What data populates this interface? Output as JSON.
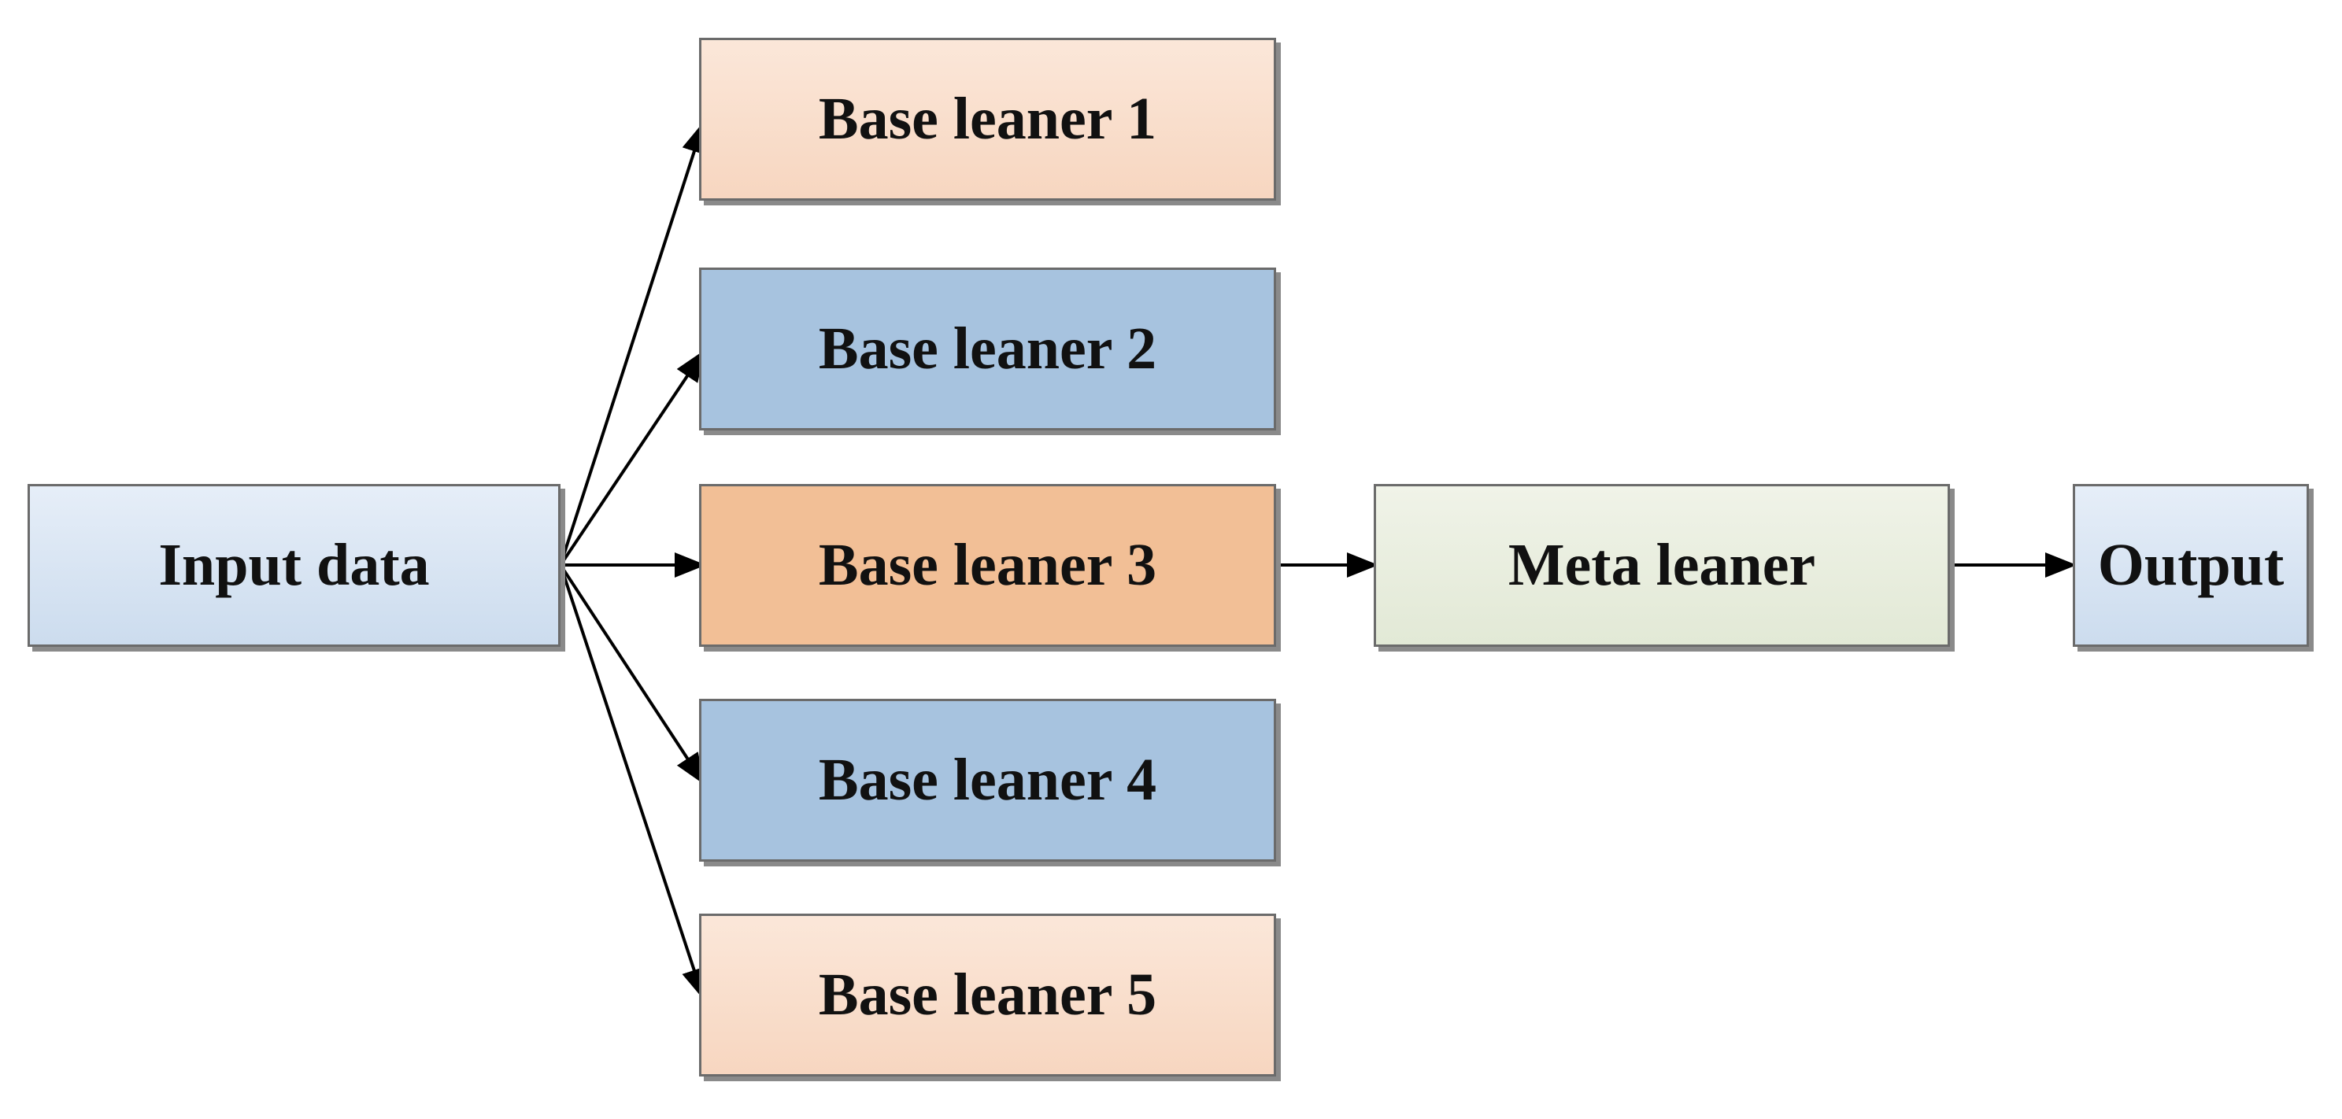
{
  "nodes": {
    "input": {
      "label": "Input data",
      "color_top": "#e6eef8",
      "color_bottom": "#ccdcee"
    },
    "base1": {
      "label": "Base leaner 1",
      "color_top": "#fbe7d9",
      "color_bottom": "#f7d6c0"
    },
    "base2": {
      "label": "Base leaner 2",
      "color_top": "#a7c3df",
      "color_bottom": "#a7c3df"
    },
    "base3": {
      "label": "Base leaner 3",
      "color_top": "#f2bf96",
      "color_bottom": "#f2bf96"
    },
    "base4": {
      "label": "Base leaner 4",
      "color_top": "#a7c3df",
      "color_bottom": "#a7c3df"
    },
    "base5": {
      "label": "Base leaner 5",
      "color_top": "#fbe7d9",
      "color_bottom": "#f7d6c0"
    },
    "meta": {
      "label": "Meta leaner",
      "color_top": "#f0f3e8",
      "color_bottom": "#e2e9d6"
    },
    "output": {
      "label": "Output",
      "color_top": "#e6eef8",
      "color_bottom": "#ccdcee"
    }
  },
  "edges": [
    {
      "from": "input",
      "to": "base1"
    },
    {
      "from": "input",
      "to": "base2"
    },
    {
      "from": "input",
      "to": "base3"
    },
    {
      "from": "input",
      "to": "base4"
    },
    {
      "from": "input",
      "to": "base5"
    },
    {
      "from": "base3",
      "to": "meta"
    },
    {
      "from": "meta",
      "to": "output"
    }
  ],
  "colors": {
    "edge": "#000000",
    "border": "#6b6b6b",
    "shadow": "#8a8a8a"
  }
}
